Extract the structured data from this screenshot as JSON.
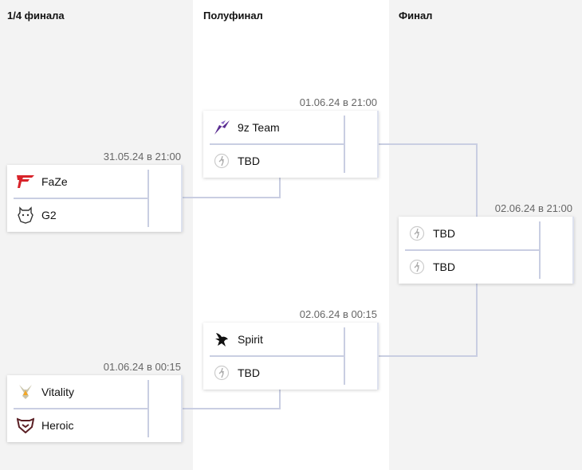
{
  "headers": [
    "1/4 финала",
    "Полуфинал",
    "Финал"
  ],
  "matches": [
    {
      "date": "31.05.24 в 21:00",
      "teams": [
        {
          "name": "FaZe",
          "icon": "faze-logo-icon"
        },
        {
          "name": "G2",
          "icon": "g2-logo-icon"
        }
      ]
    },
    {
      "date": "01.06.24 в 00:15",
      "teams": [
        {
          "name": "Vitality",
          "icon": "vitality-logo-icon"
        },
        {
          "name": "Heroic",
          "icon": "heroic-logo-icon"
        }
      ]
    },
    {
      "date": "01.06.24 в 21:00",
      "teams": [
        {
          "name": "9z Team",
          "icon": "9z-logo-icon"
        },
        {
          "name": "TBD",
          "icon": "tbd-placeholder-icon"
        }
      ]
    },
    {
      "date": "02.06.24 в 00:15",
      "teams": [
        {
          "name": "Spirit",
          "icon": "spirit-logo-icon"
        },
        {
          "name": "TBD",
          "icon": "tbd-placeholder-icon"
        }
      ]
    },
    {
      "date": "02.06.24 в 21:00",
      "teams": [
        {
          "name": "TBD",
          "icon": "tbd-placeholder-icon"
        },
        {
          "name": "TBD",
          "icon": "tbd-placeholder-icon"
        }
      ]
    }
  ]
}
